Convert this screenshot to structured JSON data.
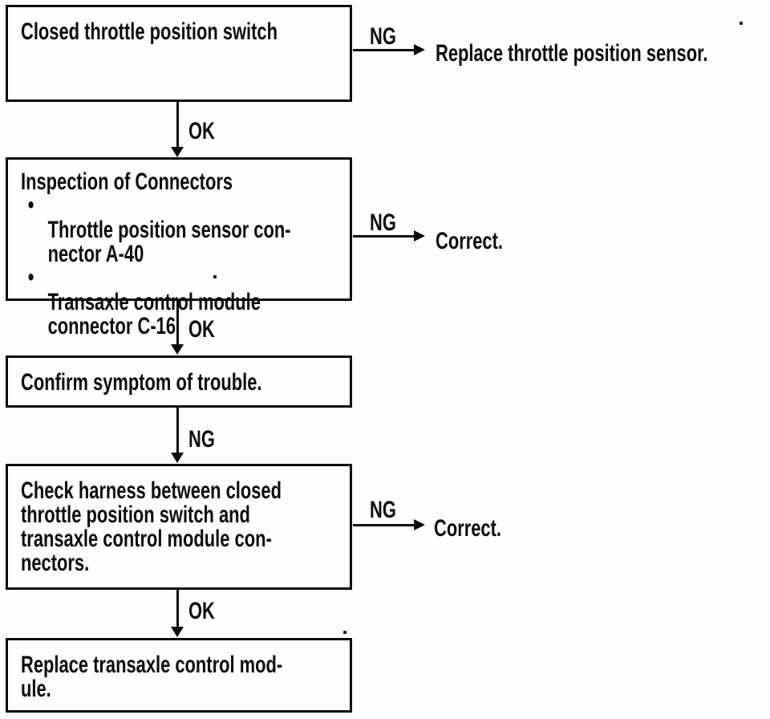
{
  "page": {
    "background": "#fefefe",
    "ink": "#0c0c0c"
  },
  "flowchart": {
    "start_box": {
      "lines": [
        "Closed throttle position switch"
      ]
    },
    "branch1": {
      "label": "NG",
      "result": "Replace throttle position sensor."
    },
    "connector1": {
      "label": "OK"
    },
    "inspection_box": {
      "title": "Inspection of Connectors",
      "bullet_char": "•",
      "bullets": [
        "Throttle position sensor con-\nnector A-40",
        "Transaxle control module\nconnector C-16"
      ]
    },
    "branch2": {
      "label": "NG",
      "result": "Correct."
    },
    "connector2": {
      "label": "OK"
    },
    "confirm_box": {
      "lines": [
        "Confirm symptom of trouble."
      ]
    },
    "connector3": {
      "label": "NG"
    },
    "harness_box": {
      "lines": [
        "Check harness between closed",
        "throttle position switch and",
        "transaxle control module con-",
        "nectors."
      ]
    },
    "branch3": {
      "label": "NG",
      "result": "Correct."
    },
    "connector4": {
      "label": "OK"
    },
    "replace_box": {
      "lines": [
        "Replace transaxle control mod-",
        "ule."
      ]
    }
  }
}
